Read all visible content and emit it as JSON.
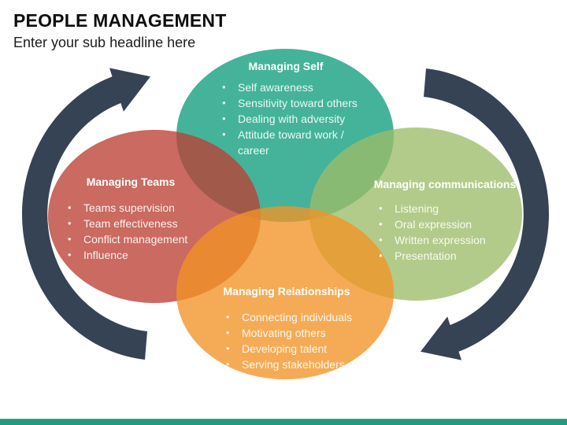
{
  "slide": {
    "title": "PEOPLE MANAGEMENT",
    "subtitle": "Enter your sub headline here",
    "accent_bar_color": "#239a7f"
  },
  "diagram": {
    "arrow_color": "#364355",
    "bubbles": [
      {
        "title": "Managing Self",
        "color": "#109E7D",
        "items": [
          "Self awareness",
          "Sensitivity toward others",
          "Dealing with adversity",
          "Attitude toward work / career"
        ]
      },
      {
        "title": "Managing Teams",
        "color": "#BB4033",
        "items": [
          "Teams supervision",
          "Team effectiveness",
          "Conflict management",
          "Influence"
        ]
      },
      {
        "title": "Managing communications",
        "color": "#9CBC69",
        "items": [
          "Listening",
          "Oral expression",
          "Written expression",
          "Presentation"
        ]
      },
      {
        "title": "Managing Relationships",
        "color": "#F29425",
        "items": [
          "Connecting individuals",
          "Motivating others",
          "Developing talent",
          "Serving stakeholders"
        ]
      }
    ]
  }
}
